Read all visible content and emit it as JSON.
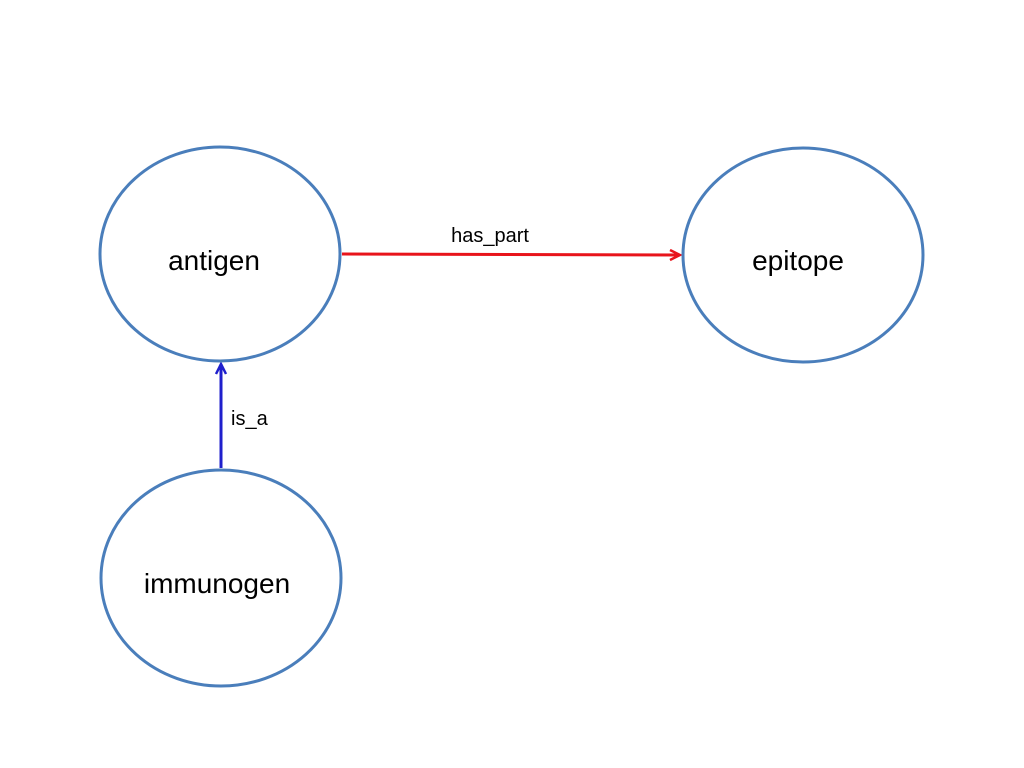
{
  "diagram": {
    "nodes": [
      {
        "id": "antigen",
        "label": "antigen"
      },
      {
        "id": "epitope",
        "label": "epitope"
      },
      {
        "id": "immunogen",
        "label": "immunogen"
      }
    ],
    "edges": [
      {
        "id": "has_part",
        "label": "has_part",
        "from": "antigen",
        "to": "epitope"
      },
      {
        "id": "is_a",
        "label": "is_a",
        "from": "immunogen",
        "to": "antigen"
      }
    ],
    "colors": {
      "node_stroke": "#4a7ebb",
      "has_part_edge": "#e8141b",
      "is_a_edge": "#1f1fcc"
    }
  }
}
